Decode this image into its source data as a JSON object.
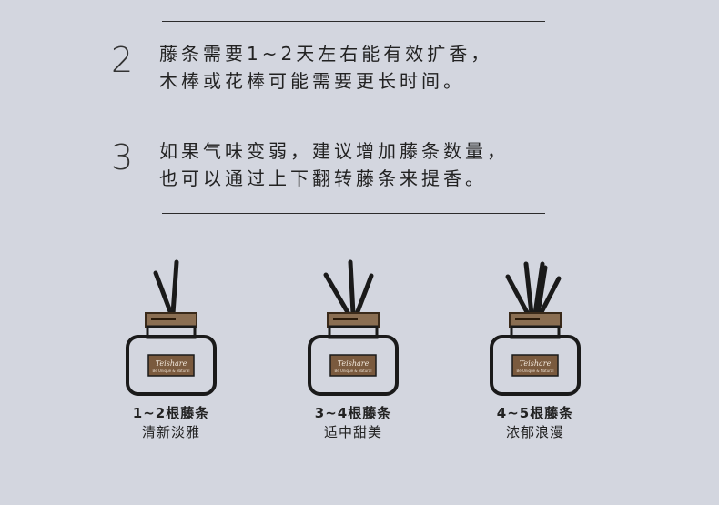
{
  "steps": [
    {
      "num": "2",
      "line1": "藤条需要1~2天左右能有效扩香，",
      "line2": "木棒或花棒可能需要更长时间。"
    },
    {
      "num": "3",
      "line1": "如果气味变弱，建议增加藤条数量，",
      "line2": "也可以通过上下翻转藤条来提香。"
    }
  ],
  "bottles": [
    {
      "label": "Teishare",
      "sublabel": "Be Unique & Natural",
      "title": "1~2根藤条",
      "subtitle": "清新淡雅",
      "reed_count": 2
    },
    {
      "label": "Teishare",
      "sublabel": "Be Unique & Natural",
      "title": "3~4根藤条",
      "subtitle": "适中甜美",
      "reed_count": 3
    },
    {
      "label": "Teishare",
      "sublabel": "Be Unique & Natural",
      "title": "4~5根藤条",
      "subtitle": "浓郁浪漫",
      "reed_count": 5
    }
  ],
  "colors": {
    "background": "#d3d6df",
    "line": "#2b2b2b",
    "cap": "#8a6e52",
    "label": "#7a5a3e"
  }
}
